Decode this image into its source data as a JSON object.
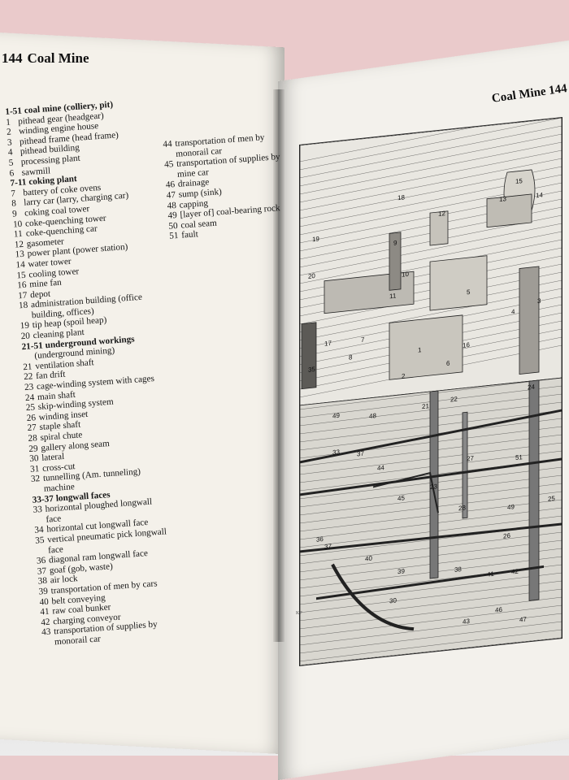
{
  "left_page": {
    "page_number": "144",
    "title": "Coal Mine",
    "col1": [
      {
        "n": "1-51",
        "t": "coal mine (colliery, pit)",
        "bold": true
      },
      {
        "n": "1",
        "t": "pithead gear (headgear)"
      },
      {
        "n": "2",
        "t": "winding engine house"
      },
      {
        "n": "3",
        "t": "pithead frame (head frame)"
      },
      {
        "n": "4",
        "t": "pithead building"
      },
      {
        "n": "5",
        "t": "processing plant"
      },
      {
        "n": "6",
        "t": "sawmill"
      },
      {
        "n": "7-11",
        "t": "coking plant",
        "bold": true
      },
      {
        "n": "7",
        "t": "battery of coke ovens"
      },
      {
        "n": "8",
        "t": "larry car (larry, charging car)"
      },
      {
        "n": "9",
        "t": "coking coal tower"
      },
      {
        "n": "10",
        "t": "coke-quenching tower"
      },
      {
        "n": "11",
        "t": "coke-quenching car"
      },
      {
        "n": "12",
        "t": "gasometer"
      },
      {
        "n": "13",
        "t": "power plant (power station)"
      },
      {
        "n": "14",
        "t": "water tower"
      },
      {
        "n": "15",
        "t": "cooling tower"
      },
      {
        "n": "16",
        "t": "mine fan"
      },
      {
        "n": "17",
        "t": "depot"
      },
      {
        "n": "18",
        "t": "administration building (office"
      },
      {
        "n": "",
        "t": "building, offices)",
        "sub": true
      },
      {
        "n": "19",
        "t": "tip heap (spoil heap)"
      },
      {
        "n": "20",
        "t": "cleaning plant"
      },
      {
        "n": "21-51",
        "t": "underground workings",
        "bold": true
      },
      {
        "n": "",
        "t": "(underground mining)",
        "sub": true
      },
      {
        "n": "21",
        "t": "ventilation shaft"
      },
      {
        "n": "22",
        "t": "fan drift"
      },
      {
        "n": "23",
        "t": "cage-winding system with cages"
      },
      {
        "n": "24",
        "t": "main shaft"
      },
      {
        "n": "25",
        "t": "skip-winding system"
      },
      {
        "n": "26",
        "t": "winding inset"
      },
      {
        "n": "27",
        "t": "staple shaft"
      },
      {
        "n": "28",
        "t": "spiral chute"
      },
      {
        "n": "29",
        "t": "gallery along seam"
      },
      {
        "n": "30",
        "t": "lateral"
      },
      {
        "n": "31",
        "t": "cross-cut"
      },
      {
        "n": "32",
        "t": "tunnelling (Am. tunneling)"
      },
      {
        "n": "",
        "t": "machine",
        "sub": true
      },
      {
        "n": "33-37",
        "t": "longwall faces",
        "bold": true
      },
      {
        "n": "33",
        "t": "horizontal ploughed longwall"
      },
      {
        "n": "",
        "t": "face",
        "sub": true
      },
      {
        "n": "34",
        "t": "horizontal cut longwall face"
      },
      {
        "n": "35",
        "t": "vertical pneumatic pick longwall"
      },
      {
        "n": "",
        "t": "face",
        "sub": true
      },
      {
        "n": "36",
        "t": "diagonal ram longwall face"
      },
      {
        "n": "37",
        "t": "goaf (gob, waste)"
      },
      {
        "n": "38",
        "t": "air lock"
      },
      {
        "n": "39",
        "t": "transportation of men by cars"
      },
      {
        "n": "40",
        "t": "belt conveying"
      },
      {
        "n": "41",
        "t": "raw coal bunker"
      },
      {
        "n": "42",
        "t": "charging conveyor"
      },
      {
        "n": "43",
        "t": "transportation of supplies by"
      },
      {
        "n": "",
        "t": "monorail car",
        "sub": true
      }
    ],
    "col2": [
      {
        "n": "44",
        "t": "transportation of men by"
      },
      {
        "n": "",
        "t": "monorail car",
        "sub": true
      },
      {
        "n": "45",
        "t": "transportation of supplies by"
      },
      {
        "n": "",
        "t": "mine car",
        "sub": true
      },
      {
        "n": "46",
        "t": "drainage"
      },
      {
        "n": "47",
        "t": "sump (sink)"
      },
      {
        "n": "48",
        "t": "capping"
      },
      {
        "n": "49",
        "t": "[layer of] coal-bearing rock"
      },
      {
        "n": "50",
        "t": "coal seam"
      },
      {
        "n": "51",
        "t": "fault"
      }
    ]
  },
  "right_page": {
    "title": "Coal Mine",
    "page_number": "144",
    "folio_mark": "KP"
  },
  "illustration": {
    "callouts": [
      "15",
      "18",
      "12",
      "13",
      "14",
      "19",
      "20",
      "9",
      "10",
      "11",
      "5",
      "3",
      "4",
      "16",
      "8",
      "7",
      "2",
      "6",
      "1",
      "17",
      "35",
      "49",
      "48",
      "21",
      "22",
      "24",
      "33",
      "37",
      "44",
      "27",
      "51",
      "45",
      "23",
      "28",
      "49",
      "25",
      "36",
      "37",
      "40",
      "26",
      "39",
      "38",
      "30",
      "41",
      "42",
      "46",
      "47",
      "43"
    ]
  },
  "colors": {
    "wall": "#eacacb",
    "paper": "#f3f1ec",
    "ink": "#161616",
    "table": "#e2e2e2"
  }
}
